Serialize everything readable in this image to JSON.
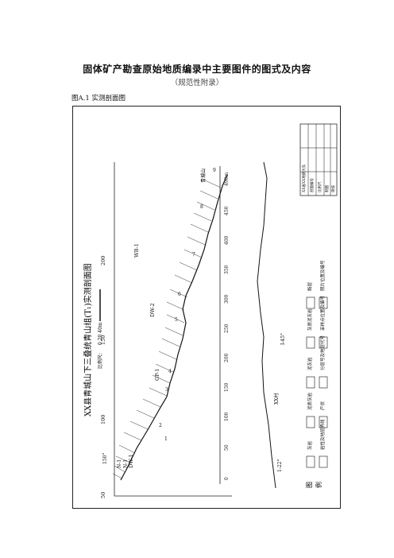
{
  "page": {
    "title": "固体矿产勘查原始地质编录中主要图件的图式及内容",
    "subtitle": "（规范性附录）",
    "figure_caption": "图A.1 实测剖面图"
  },
  "figure": {
    "map_title": "XX县青城山下三叠统青山组(T₁)实测剖面图",
    "scale_label": "比例尺:",
    "scale_value": "0  20 40m",
    "axis_ticks": [
      "0",
      "50",
      "100",
      "150",
      "200",
      "250",
      "300",
      "350",
      "400",
      "450",
      "490m"
    ],
    "elevation_ticks": [
      "200",
      "150",
      "100",
      "50"
    ],
    "section_labels": [
      "DW-1",
      "GP-1",
      "DW-2",
      "WB-1"
    ],
    "layer_numbers": [
      "1",
      "2",
      "3",
      "4",
      "5",
      "6",
      "7",
      "8",
      "9"
    ],
    "start_labels": [
      "N-1",
      "N-1",
      "150°"
    ],
    "end_label": "青城山",
    "map_labels": [
      "XX村",
      "I-45°",
      "1-22°"
    ],
    "legend_title": "图",
    "legend_title2": "例",
    "legend_items": [
      "灰岩",
      "泥质灰岩",
      "泥灰岩",
      "灰质泥灰岩",
      "断层",
      "岩性及地层界线",
      "产状",
      "分层号及地层代号",
      "采样点位置及编号",
      "照片位置及编号"
    ],
    "table_text": [
      "XX省XX地质大队",
      "剖面编号",
      "比例尺",
      "制图",
      "审核"
    ]
  }
}
